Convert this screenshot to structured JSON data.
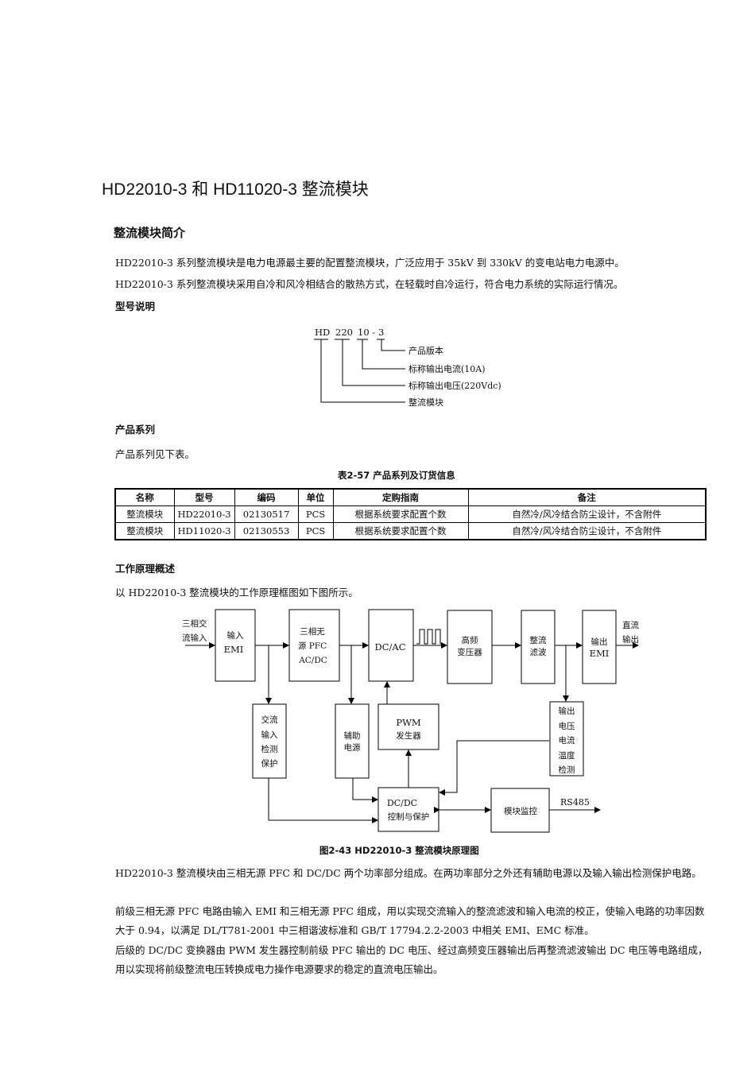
{
  "page_title": "HD22010-3   和 HD11020-3 整流模块",
  "section_title": "整流模块简介",
  "intro": {
    "line1": "HD22010-3 系列整流模块是电力电源最主要的配置整流模块，广泛应用于 35kV 到 330kV 的变电站电力电源中。",
    "line2": "HD22010-3 系列整流模块采用自冷和风冷相结合的散热方式，在轻载时自冷运行，符合电力系统的实际运行情况。"
  },
  "model": {
    "heading": "型号说明",
    "code": [
      "HD",
      "220",
      "10",
      "-",
      "3"
    ],
    "labels": [
      "产品版本",
      "标称输出电流(10A)",
      "标称输出电压(220Vdc)",
      "整流模块"
    ]
  },
  "series": {
    "heading": "产品系列",
    "text": "产品系列见下表。",
    "table_caption": "表2-57    产品系列及订货信息",
    "columns": [
      "名称",
      "型号",
      "编码",
      "单位",
      "定购指南",
      "备注"
    ],
    "rows": [
      [
        "整流模块",
        "HD22010-3",
        "02130517",
        "PCS",
        "根据系统要求配置个数",
        "自然冷/风冷结合防尘设计，不含附件"
      ],
      [
        "整流模块",
        "HD11020-3",
        "02130553",
        "PCS",
        "根据系统要求配置个数",
        "自然冷/风冷结合防尘设计，不含附件"
      ]
    ]
  },
  "principle": {
    "heading": "工作原理概述",
    "text": "以 HD22010-3 整流模块的工作原理框图如下图所示。",
    "figure_caption": "图2-43    HD22010-3 整流模块原理图"
  },
  "diagram": {
    "input_label": [
      "三相交",
      "流输入"
    ],
    "output_label": [
      "直流",
      "输出"
    ],
    "emi_in": [
      "输入",
      "EMI"
    ],
    "pfc": [
      "三相无",
      "源 PFC",
      "AC/DC"
    ],
    "dcac": "DC/AC",
    "transformer": [
      "高频",
      "变压器"
    ],
    "rect": [
      "整流",
      "滤波"
    ],
    "emi_out": [
      "输出",
      "EMI"
    ],
    "ac_detect": [
      "交流",
      "输入",
      "检测",
      "保护"
    ],
    "aux": [
      "辅助",
      "电源"
    ],
    "pwm": [
      "PWM",
      "发生器"
    ],
    "out_detect": [
      "输出",
      "电压",
      "电流",
      "温度",
      "检测"
    ],
    "dcdc_ctrl": [
      "DC/DC",
      "控制与保护"
    ],
    "monitor": "模块监控",
    "rs485": "RS485"
  },
  "body": {
    "p1": "HD22010-3 整流模块由三相无源 PFC 和 DC/DC 两个功率部分组成。在两功率部分之外还有辅助电源以及输入输出检测保护电路。",
    "p2": "前级三相无源 PFC 电路由输入 EMI 和三相无源 PFC 组成，用以实现交流输入的整流滤波和输入电流的校正，使输入电路的功率因数大于 0.94，以满足 DL/T781-2001 中三相谐波标准和 GB/T 17794.2.2-2003 中相关 EMI、EMC 标准。",
    "p3": "后级的 DC/DC 变换器由 PWM 发生器控制前级 PFC 输出的 DC 电压、经过高频变压器输出后再整流滤波输出 DC 电压等电路组成，用以实现将前级整流电压转换成电力操作电源要求的稳定的直流电压输出。"
  }
}
